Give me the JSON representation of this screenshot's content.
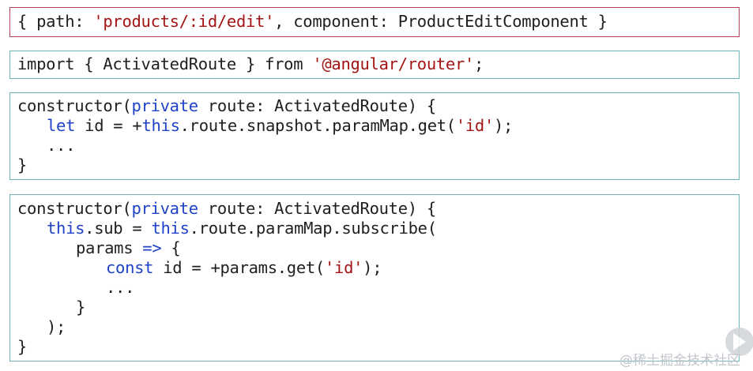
{
  "slide": {
    "route_config": {
      "t1": "{ path: ",
      "t2": "'products/:id/edit'",
      "t3": ", component: ProductEditComponent }"
    },
    "import_statement": {
      "t1": "import { ActivatedRoute } from ",
      "t2": "'@angular/router'",
      "t3": ";"
    },
    "snapshot_example": {
      "l1a": "constructor(",
      "l1b": "private",
      "l1c": " route: ActivatedRoute) {",
      "l2a": "let",
      "l2b": " id = +",
      "l2c": "this",
      "l2d": ".route.snapshot.paramMap.get(",
      "l2e": "'id'",
      "l2f": ");",
      "l3": "...",
      "l4": "}"
    },
    "observable_example": {
      "l1a": "constructor(",
      "l1b": "private",
      "l1c": " route: ActivatedRoute) {",
      "l2a": "this",
      "l2b": ".sub = ",
      "l2c": "this",
      "l2d": ".route.paramMap.subscribe(",
      "l3a": "params ",
      "l3b": "=>",
      "l3c": " {",
      "l4a": "const",
      "l4b": " id = +params.get(",
      "l4c": "'id'",
      "l4d": ");",
      "l5": "...",
      "l6": "}",
      "l7": ");",
      "l8": "}"
    }
  },
  "overlay": {
    "play_icon": "play-icon",
    "watermark": "@稀土掘金技术社区"
  },
  "colors": {
    "keyword": "#1f42c8",
    "string": "#a31515",
    "route_border": "#b8425a",
    "code_border": "#6fb6b6"
  }
}
